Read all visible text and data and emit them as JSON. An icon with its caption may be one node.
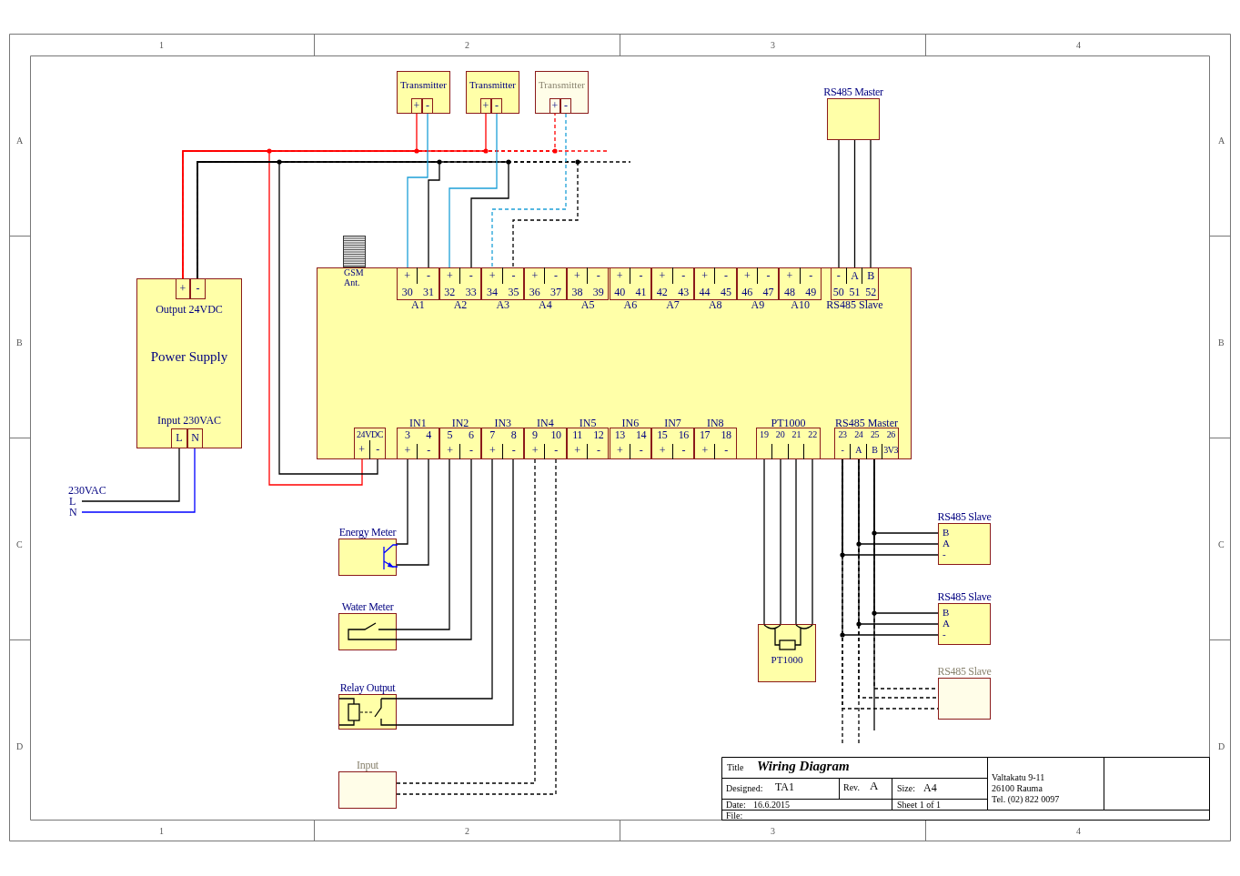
{
  "diagram": {
    "nodes": [
      {
        "text": [
          "Transmitter"
        ]
      },
      {
        "text": [
          "+"
        ],
        "in": 0
      },
      {
        "text": [
          "-"
        ],
        "in": 0
      },
      {
        "text": [
          "Transmitter"
        ]
      },
      {
        "text": [
          "+"
        ],
        "in": 3
      },
      {
        "text": [
          "-"
        ],
        "in": 3
      },
      {
        "text": [
          "Transmitter"
        ]
      },
      {
        "text": [
          "+"
        ],
        "in": 6
      },
      {
        "text": [
          "-"
        ],
        "in": 6
      },
      {
        "text": [
          "RS485 Master"
        ]
      },
      {
        "text": [
          "Output 24VDC",
          "Power Supply",
          "Input 230VAC"
        ]
      },
      {
        "text": [
          "+"
        ],
        "in": 10
      },
      {
        "text": [
          "-"
        ],
        "in": 10
      },
      {
        "text": [
          "L"
        ],
        "in": 10
      },
      {
        "text": [
          "N"
        ],
        "in": 10
      },
      {
        "text": [],
        "shape": "box"
      },
      {
        "text": [
          "A1"
        ],
        "in": 15
      },
      {
        "text": [
          "+",
          "30"
        ],
        "in": 16
      },
      {
        "text": [
          "-",
          "31"
        ],
        "in": 16
      },
      {
        "text": [
          "A2"
        ],
        "in": 15
      },
      {
        "text": [
          "+",
          "32"
        ],
        "in": 19
      },
      {
        "text": [
          "-",
          "33"
        ],
        "in": 19
      },
      {
        "text": [
          "A3"
        ],
        "in": 15
      },
      {
        "text": [
          "+",
          "34"
        ],
        "in": 22
      },
      {
        "text": [
          "-",
          "35"
        ],
        "in": 22
      },
      {
        "text": [
          "A4"
        ],
        "in": 15
      },
      {
        "text": [
          "+",
          "36"
        ],
        "in": 25
      },
      {
        "text": [
          "-",
          "37"
        ],
        "in": 25
      },
      {
        "text": [
          "A5"
        ],
        "in": 15
      },
      {
        "text": [
          "+",
          "38"
        ],
        "in": 28
      },
      {
        "text": [
          "-",
          "39"
        ],
        "in": 28
      },
      {
        "text": [
          "A6"
        ],
        "in": 15
      },
      {
        "text": [
          "+",
          "40"
        ],
        "in": 31
      },
      {
        "text": [
          "-",
          "41"
        ],
        "in": 31
      },
      {
        "text": [
          "A7"
        ],
        "in": 15
      },
      {
        "text": [
          "+",
          "42"
        ],
        "in": 34
      },
      {
        "text": [
          "-",
          "43"
        ],
        "in": 34
      },
      {
        "text": [
          "A8"
        ],
        "in": 15
      },
      {
        "text": [
          "+",
          "44"
        ],
        "in": 37
      },
      {
        "text": [
          "-",
          "45"
        ],
        "in": 37
      },
      {
        "text": [
          "A9"
        ],
        "in": 15
      },
      {
        "text": [
          "+",
          "46"
        ],
        "in": 40
      },
      {
        "text": [
          "-",
          "47"
        ],
        "in": 40
      },
      {
        "text": [
          "A10"
        ],
        "in": 15
      },
      {
        "text": [
          "+",
          "48"
        ],
        "in": 43
      },
      {
        "text": [
          "-",
          "49"
        ],
        "in": 43
      },
      {
        "text": [
          "RS485 Slave"
        ],
        "in": 15
      },
      {
        "text": [
          "-",
          "50"
        ],
        "in": 46
      },
      {
        "text": [
          "A",
          "51"
        ],
        "in": 46
      },
      {
        "text": [
          "B",
          "52"
        ],
        "in": 46
      },
      {
        "text": [
          "24VDC"
        ],
        "in": 15
      },
      {
        "text": [
          "+"
        ],
        "in": 50
      },
      {
        "text": [
          "-"
        ],
        "in": 50
      },
      {
        "text": [
          "IN1"
        ],
        "in": 15
      },
      {
        "text": [
          "3",
          "+"
        ],
        "in": 53
      },
      {
        "text": [
          "4",
          "-"
        ],
        "in": 53
      },
      {
        "text": [
          "IN2"
        ],
        "in": 15
      },
      {
        "text": [
          "5",
          "+"
        ],
        "in": 56
      },
      {
        "text": [
          "6",
          "-"
        ],
        "in": 56
      },
      {
        "text": [
          "IN3"
        ],
        "in": 15
      },
      {
        "text": [
          "7",
          "+"
        ],
        "in": 59
      },
      {
        "text": [
          "8",
          "-"
        ],
        "in": 59
      },
      {
        "text": [
          "IN4"
        ],
        "in": 15
      },
      {
        "text": [
          "9",
          "+"
        ],
        "in": 62
      },
      {
        "text": [
          "10",
          "-"
        ],
        "in": 62
      },
      {
        "text": [
          "IN5"
        ],
        "in": 15
      },
      {
        "text": [
          "11",
          "+"
        ],
        "in": 65
      },
      {
        "text": [
          "12",
          "-"
        ],
        "in": 65
      },
      {
        "text": [
          "IN6"
        ],
        "in": 15
      },
      {
        "text": [
          "13",
          "+"
        ],
        "in": 68
      },
      {
        "text": [
          "14",
          "-"
        ],
        "in": 68
      },
      {
        "text": [
          "IN7"
        ],
        "in": 15
      },
      {
        "text": [
          "15",
          "+"
        ],
        "in": 71
      },
      {
        "text": [
          "16",
          "-"
        ],
        "in": 71
      },
      {
        "text": [
          "IN8"
        ],
        "in": 15
      },
      {
        "text": [
          "17",
          "+"
        ],
        "in": 74
      },
      {
        "text": [
          "18",
          "-"
        ],
        "in": 74
      },
      {
        "text": [
          "PT1000"
        ],
        "in": 15
      },
      {
        "text": [
          "19"
        ],
        "in": 77
      },
      {
        "text": [
          "20"
        ],
        "in": 77
      },
      {
        "text": [
          "21"
        ],
        "in": 77
      },
      {
        "text": [
          "22"
        ],
        "in": 77
      },
      {
        "text": [
          "RS485 Master"
        ],
        "in": 15
      },
      {
        "text": [
          "23",
          "-"
        ],
        "in": 82
      },
      {
        "text": [
          "24",
          "A"
        ],
        "in": 82
      },
      {
        "text": [
          "25",
          "B"
        ],
        "in": 82
      },
      {
        "text": [
          "26",
          "3V3"
        ],
        "in": 82
      },
      {
        "text": [
          "Energy Meter"
        ]
      },
      {
        "text": [
          "Water Meter"
        ]
      },
      {
        "text": [
          "Relay Output"
        ]
      },
      {
        "text": [
          "Input"
        ]
      },
      {
        "text": [
          "PT1000"
        ]
      },
      {
        "text": [
          "RS485 Slave",
          "B",
          "A",
          "-"
        ]
      },
      {
        "text": [
          "RS485 Slave",
          "B",
          "A",
          "-"
        ]
      },
      {
        "text": [
          "RS485 Slave"
        ]
      },
      {
        "text": [
          "L"
        ]
      },
      {
        "text": [
          "N"
        ]
      }
    ],
    "edges": [
      {
        "from": 11,
        "to": 1,
        "arrow": "none",
        "color": "#ff0000"
      },
      {
        "from": 11,
        "to": 4,
        "arrow": "none",
        "color": "#ff0000"
      },
      {
        "from": 11,
        "to": 7,
        "arrow": "none",
        "color": "#ff0000",
        "style": "dashed"
      },
      {
        "from": 11,
        "to": 51,
        "arrow": "none",
        "color": "#ff0000"
      },
      {
        "from": 11,
        "to": null,
        "arrow": "none",
        "color": "#ff0000",
        "style": "dashed"
      },
      {
        "from": 12,
        "to": 18,
        "arrow": "none"
      },
      {
        "from": 12,
        "to": 21,
        "arrow": "none"
      },
      {
        "from": 12,
        "to": 24,
        "arrow": "none",
        "style": "dashed"
      },
      {
        "from": 12,
        "to": 52,
        "arrow": "none"
      },
      {
        "from": 12,
        "to": null,
        "arrow": "none",
        "style": "dashed"
      },
      {
        "from": 2,
        "to": 17,
        "arrow": "none",
        "color": "#1ea0d8"
      },
      {
        "from": 5,
        "to": 20,
        "arrow": "none",
        "color": "#1ea0d8"
      },
      {
        "from": 8,
        "to": 23,
        "arrow": "none",
        "color": "#1ea0d8",
        "style": "dashed"
      },
      {
        "from": 9,
        "to": 47,
        "arrow": "none"
      },
      {
        "from": 9,
        "to": 48,
        "arrow": "none"
      },
      {
        "from": 9,
        "to": 49,
        "arrow": "none"
      },
      {
        "from": 95,
        "to": 13,
        "arrow": "none"
      },
      {
        "from": 96,
        "to": 14,
        "arrow": "none",
        "color": "#0000ff"
      },
      {
        "from": 54,
        "to": 87,
        "arrow": "none"
      },
      {
        "from": 55,
        "to": 87,
        "arrow": "none"
      },
      {
        "from": 57,
        "to": 88,
        "arrow": "none"
      },
      {
        "from": 58,
        "to": 88,
        "arrow": "none"
      },
      {
        "from": 60,
        "to": 89,
        "arrow": "none"
      },
      {
        "from": 61,
        "to": 89,
        "arrow": "none"
      },
      {
        "from": 63,
        "to": 90,
        "arrow": "none",
        "style": "dashed"
      },
      {
        "from": 64,
        "to": 90,
        "arrow": "none",
        "style": "dashed"
      },
      {
        "from": 78,
        "to": 91,
        "arrow": "none"
      },
      {
        "from": 79,
        "to": 91,
        "arrow": "none"
      },
      {
        "from": 80,
        "to": 91,
        "arrow": "none"
      },
      {
        "from": 81,
        "to": 91,
        "arrow": "none"
      },
      {
        "from": 83,
        "to": 92,
        "arrow": "none"
      },
      {
        "from": 84,
        "to": 92,
        "arrow": "none"
      },
      {
        "from": 85,
        "to": 92,
        "arrow": "none"
      },
      {
        "from": 83,
        "to": 93,
        "arrow": "none"
      },
      {
        "from": 84,
        "to": 93,
        "arrow": "none"
      },
      {
        "from": 85,
        "to": 93,
        "arrow": "none"
      },
      {
        "from": 83,
        "to": 94,
        "arrow": "none",
        "style": "dashed"
      },
      {
        "from": 84,
        "to": 94,
        "arrow": "none",
        "style": "dashed"
      },
      {
        "from": 85,
        "to": 94,
        "arrow": "none",
        "style": "dashed"
      },
      {
        "from": 83,
        "to": null,
        "arrow": "none",
        "style": "dashed"
      },
      {
        "from": 84,
        "to": null,
        "arrow": "none",
        "style": "dashed"
      },
      {
        "from": 85,
        "to": null,
        "arrow": "none"
      }
    ],
    "labels": [
      "1",
      "2",
      "3",
      "4",
      "A",
      "A",
      "B",
      "B",
      "C",
      "C",
      "D",
      "D",
      "1",
      "2",
      "3",
      "4",
      "GSM Ant.",
      "230VAC",
      "Title",
      "Wiring Diagram",
      "Designed:",
      "TA1",
      "Rev.",
      "A",
      "Size:",
      "A4",
      "Date:",
      "16.6.2015",
      "Sheet 1 of 1",
      "File:",
      "Valtakatu 9-11",
      "26100 Rauma",
      "Tel. (02) 822 0097"
    ]
  }
}
